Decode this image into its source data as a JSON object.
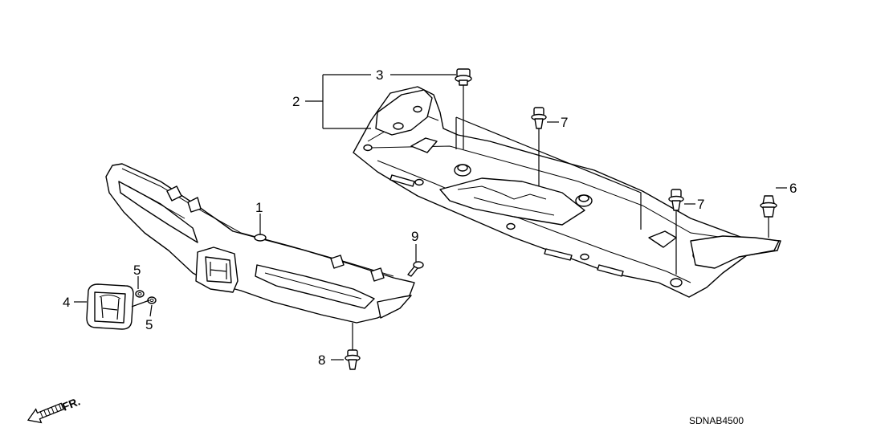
{
  "callouts": {
    "c1": "1",
    "c2": "2",
    "c3": "3",
    "c4": "4",
    "c5a": "5",
    "c5b": "5",
    "c6": "6",
    "c7a": "7",
    "c7b": "7",
    "c8": "8",
    "c9": "9"
  },
  "diagram_code": "SDNAB4500",
  "direction_label": "FR.",
  "icons": [
    "front-direction-arrow-icon"
  ]
}
